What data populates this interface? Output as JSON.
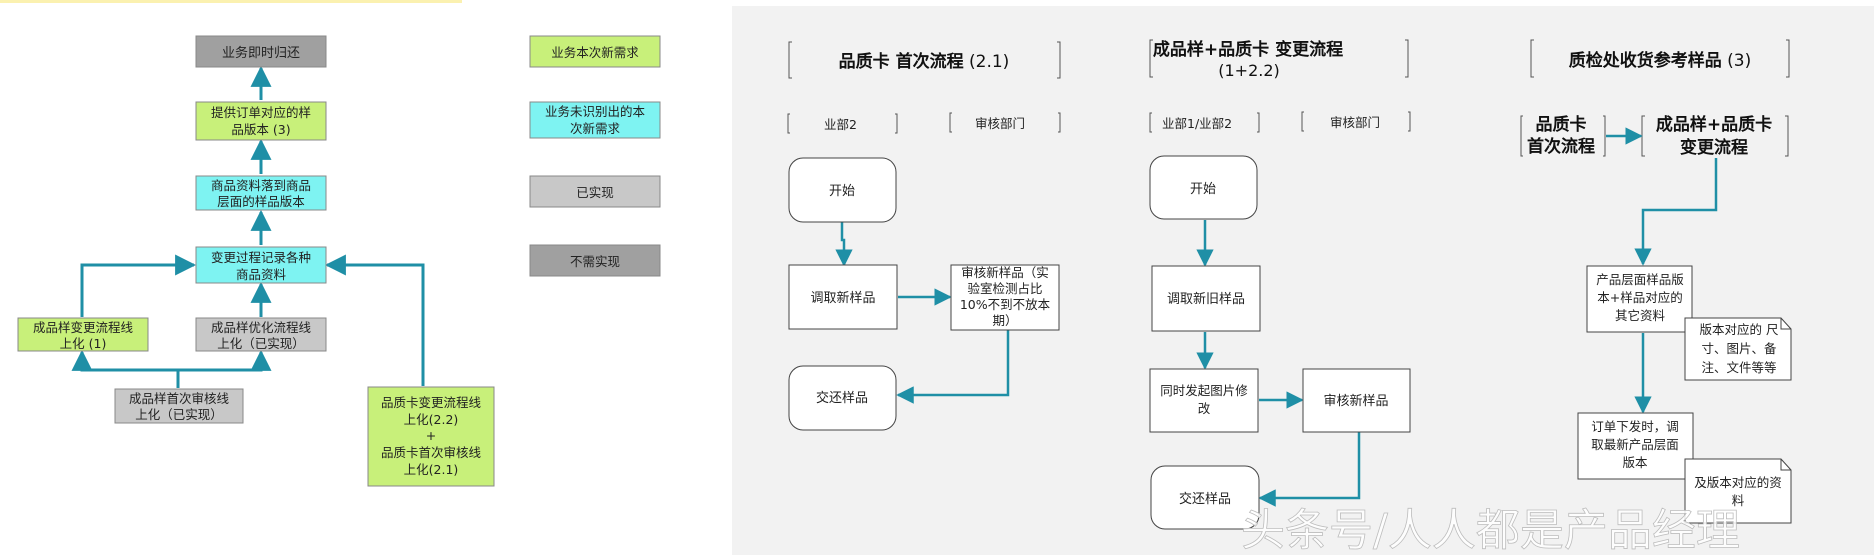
{
  "colors": {
    "teal": "#1f8fa6",
    "gray_box": "#c8c8c8",
    "dark_gray_box": "#a0a0a0",
    "green_box": "#c8f07a",
    "cyan_box": "#7ef3f2",
    "panel_bg": "#f2f2f2",
    "top_bar": "#fbf1b0"
  },
  "left": {
    "business_return": "业务即时归还",
    "provide_version": [
      "提供订单对应的样",
      "品版本 (3)"
    ],
    "product_info": [
      "商品资料落到商品",
      "层面的样品版本"
    ],
    "change_record": [
      "变更过程记录各种",
      "商品资料"
    ],
    "finished_change": [
      "成品样变更流程线",
      "上化 (1)"
    ],
    "finished_optimize": [
      "成品样优化流程线",
      "上化（已实现）"
    ],
    "quality_card_change": [
      "品质卡变更流程线",
      "上化(2.2)",
      "+",
      "品质卡首次审核线",
      "上化(2.1)"
    ],
    "finished_first_review": [
      "成品样首次审核线",
      "上化（已实现）"
    ]
  },
  "legend": {
    "new_demand": "业务本次新需求",
    "unrecognized": [
      "业务未识别出的本",
      "次新需求"
    ],
    "implemented": "已实现",
    "not_needed": "不需实现"
  },
  "right": {
    "s1": {
      "title_bold": "品质卡 首次流程",
      "title_num": " (2.1)",
      "dept_left": "业部2",
      "dept_right": "审核部门",
      "start": "开始",
      "fetch": "调取新样品",
      "review": [
        "审核新样品（实",
        "验室检测占比",
        "10%不到不放本",
        "期）"
      ],
      "return": "交还样品"
    },
    "s2": {
      "title_bold": "成品样+品质卡 变更流程",
      "title_num": "(1+2.2)",
      "dept_left": "业部1/业部2",
      "dept_right": "审核部门",
      "start": "开始",
      "fetch": "调取新旧样品",
      "simul": [
        "同时发起图片修",
        "改"
      ],
      "review": "审核新样品",
      "return": "交还样品"
    },
    "s3": {
      "title_bold": "质检处收货参考样品",
      "title_num": " (3)",
      "card_first": [
        "品质卡",
        "首次流程"
      ],
      "change_flow": [
        "成品样+品质卡",
        "变更流程"
      ],
      "product_version": [
        "产品层面样品版",
        "本+样品对应的",
        "其它资料"
      ],
      "version_note": [
        "版本对应的 尺",
        "寸、图片、备",
        "注、文件等等"
      ],
      "order_issue": [
        "订单下发时，调",
        "取最新产品层面",
        "版本"
      ],
      "version_note2": [
        "及版本对应的资",
        "料"
      ]
    }
  },
  "watermark": "头条号/人人都是产品经理"
}
